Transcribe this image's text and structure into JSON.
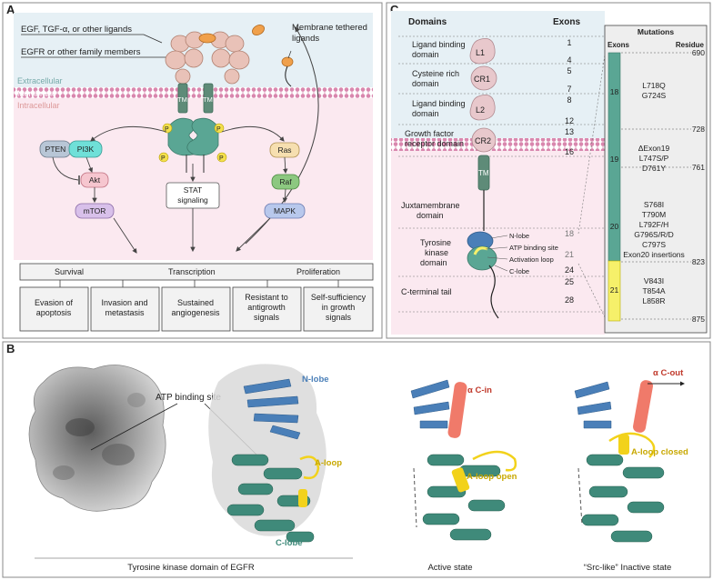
{
  "panel_a": {
    "letter": "A",
    "ligand_label": "EGF, TGF-α, or other ligands",
    "membrane_tethered": [
      "Membrane tethered",
      "ligands"
    ],
    "egfr_label": "EGFR or other family members",
    "extracellular": "Extracellular",
    "membrane": "Membrane",
    "intracellular": "Intracellular",
    "tm": "TM",
    "p": "P",
    "nodes": {
      "pten": "PTEN",
      "pi3k": "PI3K",
      "akt": "Akt",
      "mtor": "mTOR",
      "stat": [
        "STAT",
        "signaling"
      ],
      "ras": "Ras",
      "raf": "Raf",
      "mapk": "MAPK"
    },
    "outcomes_header": [
      "Survival",
      "Transcription",
      "Proliferation"
    ],
    "outcomes": [
      [
        "Evasion of",
        "apoptosis"
      ],
      [
        "Invasion and",
        "metastasis"
      ],
      [
        "Sustained",
        "angiogenesis"
      ],
      [
        "Resistant to",
        "antigrowth",
        "signals"
      ],
      [
        "Self-sufficiency",
        "in growth",
        "signals"
      ]
    ],
    "colors": {
      "extracellular_bg": "#e6f0f5",
      "intracellular_bg": "#fbe9f0",
      "receptor": "#e9c2b8",
      "kinase": "#5aa694",
      "phospho": "#f4e04d",
      "ligand": "#f0a04b"
    }
  },
  "panel_c": {
    "letter": "C",
    "domains_header": "Domains",
    "exons_header": "Exons",
    "domains": [
      {
        "label": [
          "Ligand binding",
          "domain"
        ],
        "shape": "L1"
      },
      {
        "label": [
          "Cysteine rich",
          "domain"
        ],
        "shape": "CR1"
      },
      {
        "label": [
          "Ligand binding",
          "domain"
        ],
        "shape": "L2"
      },
      {
        "label": [
          "Growth factor",
          "receptor domain"
        ],
        "shape": "CR2"
      },
      {
        "label": [
          "Juxtamembrane",
          "domain"
        ],
        "shape": ""
      },
      {
        "label": [
          "Tyrosine",
          "kinase",
          "domain"
        ],
        "shape": ""
      },
      {
        "label": [
          "C-terminal tail"
        ],
        "shape": ""
      }
    ],
    "tm": "TM",
    "kinase_parts": [
      "N-lobe",
      "ATP binding site",
      "Activation loop",
      "C-lobe"
    ],
    "exon_numbers": [
      "1",
      "4",
      "5",
      "7",
      "8",
      "12",
      "13",
      "16",
      "18",
      "21",
      "24",
      "25",
      "28"
    ],
    "mutations_title": "Mutations",
    "mut_exons_header": "Exons",
    "mut_residue_header": "Residue",
    "residues": [
      "690",
      "728",
      "761",
      "823",
      "875"
    ],
    "exon_blocks": [
      {
        "exon": "18",
        "mutations": [
          "L718Q",
          "G724S"
        ]
      },
      {
        "exon": "19",
        "mutations": [
          "ΔExon19",
          "L747S/P",
          "D761Y"
        ]
      },
      {
        "exon": "20",
        "mutations": [
          "S768I",
          "T790M",
          "L792F/H",
          "G796S/R/D",
          "C797S",
          "Exon20 insertions"
        ]
      },
      {
        "exon": "21",
        "mutations": [
          "V843I",
          "T854A",
          "L858R"
        ]
      }
    ],
    "colors": {
      "exon_teal": "#5aa694",
      "exon_yellow": "#f6f06a"
    }
  },
  "panel_b": {
    "letter": "B",
    "atp_site": "ATP binding site",
    "n_lobe": "N-lobe",
    "a_loop": "A-loop",
    "c_lobe": "C-lobe",
    "alpha_c_in": "α C-in",
    "a_loop_open": "A-loop open",
    "alpha_c_out": "α C-out",
    "a_loop_closed": "A-loop closed",
    "captions": [
      "Tyrosine kinase domain of EGFR",
      "Active state",
      "“Src-like” Inactive state"
    ],
    "colors": {
      "nlobe": "#4a7fb8",
      "clobe": "#3f8a7a",
      "aloop": "#f2d21b",
      "helix": "#f07a6a"
    }
  }
}
